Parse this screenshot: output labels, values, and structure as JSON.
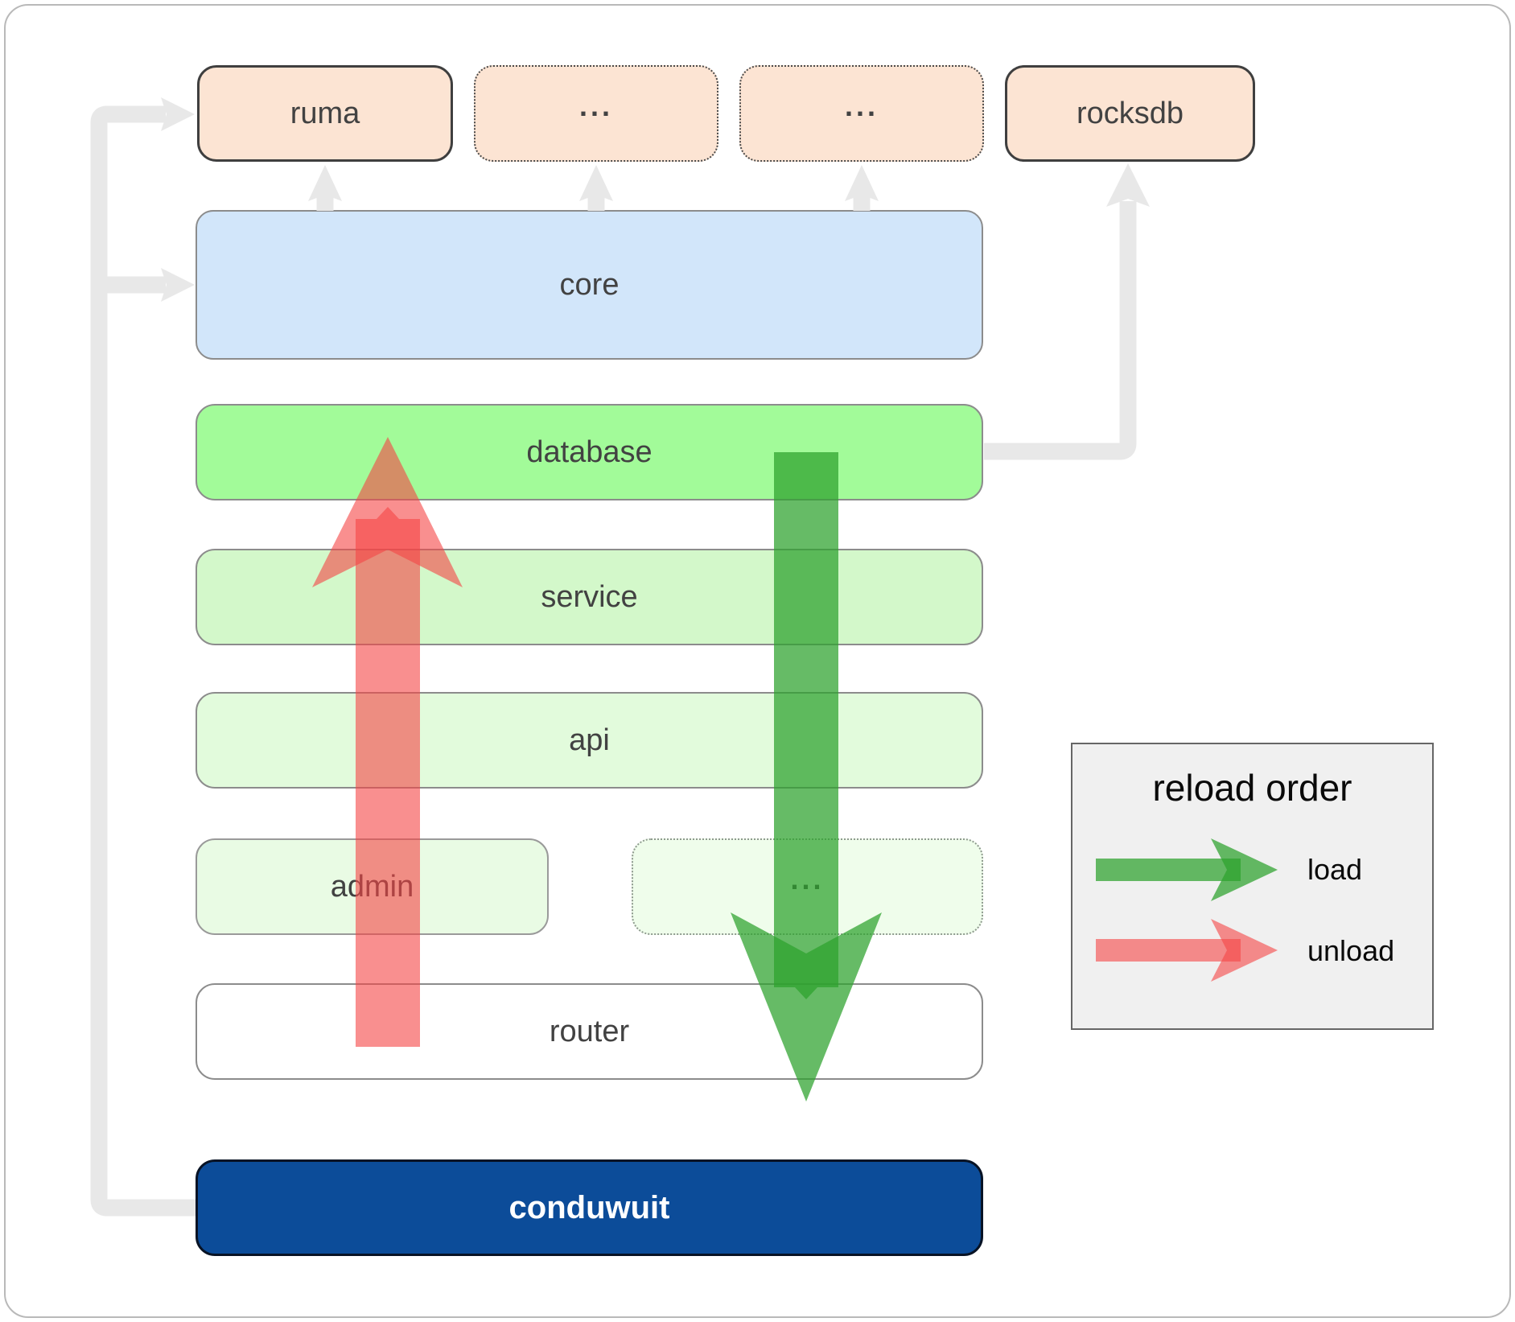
{
  "boxes": {
    "ruma": "ruma",
    "dots_top_1": "...",
    "dots_top_2": "...",
    "rocksdb": "rocksdb",
    "core": "core",
    "database": "database",
    "service": "service",
    "api": "api",
    "admin": "admin",
    "admin_dots": "...",
    "router": "router",
    "conduwuit": "conduwuit"
  },
  "legend": {
    "title": "reload order",
    "load_label": "load",
    "unload_label": "unload"
  },
  "colors": {
    "connector": "#e8e8e8",
    "load_arrow": "#2da22d",
    "unload_arrow": "#f54444",
    "module_fill": "#fce4d3",
    "core_fill": "#d2e6fa",
    "database_fill": "#a2fb99",
    "service_fill": "#d3f8ca",
    "api_fill": "#e2fbdc",
    "admin_fill": "#e9fbe4",
    "admin_dots_fill": "#effdeb",
    "router_fill": "#ffffff",
    "conduwuit_fill": "#0c4c99",
    "legend_bg": "#f0f0f0"
  }
}
